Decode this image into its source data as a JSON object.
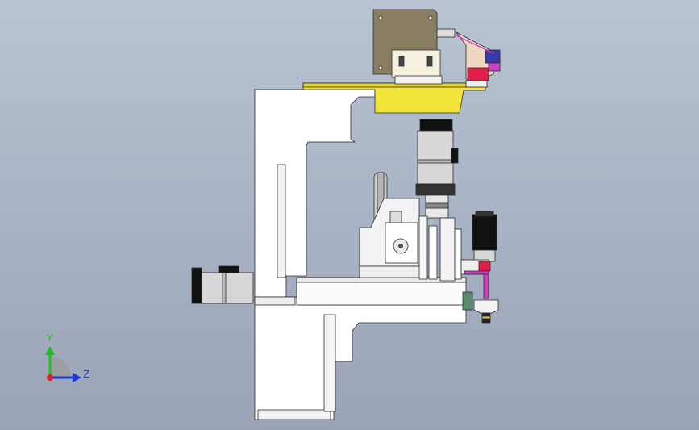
{
  "viewport": {
    "name": "cad-graphics-area",
    "background_top": "#b9c3d2",
    "background_bottom": "#9aa4b6"
  },
  "model": {
    "view": "side",
    "colors": {
      "frame": "#ffffff",
      "frame_edge": "#2b2b2b",
      "top_plate": "#f2e43a",
      "bracket": "#8a7e62",
      "motor_body": "#d8d8d8",
      "motor_black": "#111111",
      "accent_red": "#e0204a",
      "accent_blue": "#3a3aa8",
      "accent_magenta": "#d040c0",
      "wheel_grey": "#cfcfcf"
    }
  },
  "triad": {
    "y_label": "Y",
    "z_label": "Z",
    "y_color": "#1fbf1f",
    "z_color": "#1a3ad0",
    "origin_color": "#e02020"
  }
}
